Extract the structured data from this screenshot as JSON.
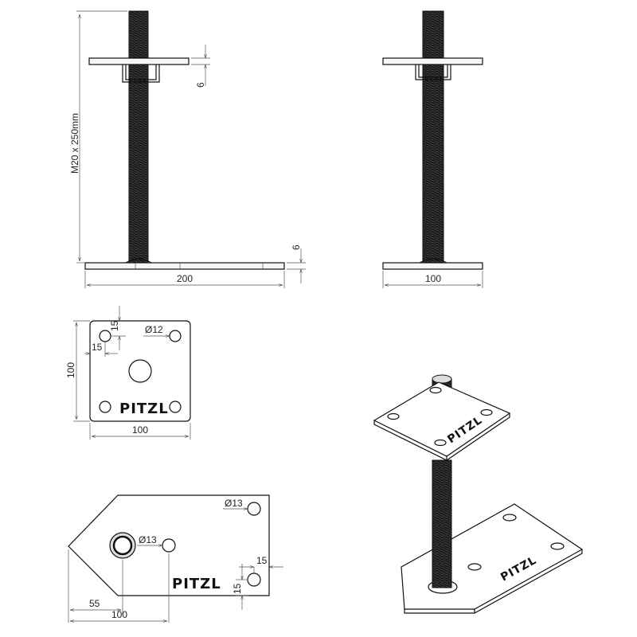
{
  "brand": "PITZL",
  "dimensions": {
    "rod_spec": "M20 x 250mm",
    "plate_thickness_top": "6",
    "plate_thickness_bottom": "6",
    "base_width_front": "200",
    "base_width_side": "100",
    "top_hole_offset_y": "15",
    "top_hole_offset_x": "15",
    "top_hole_diameter": "Ø12",
    "top_plate_height": "100",
    "top_plate_width": "100",
    "base_hole_diameter_a": "Ø13",
    "base_hole_diameter_b": "Ø13",
    "base_edge_offset_x": "15",
    "base_edge_offset_y": "15",
    "base_tip_offset": "55",
    "base_hole_offset": "100"
  },
  "colors": {
    "line": "#111111",
    "thread": "#1a1a1a",
    "plate_fill": "#f7f7f7",
    "dim_line": "#555555"
  }
}
